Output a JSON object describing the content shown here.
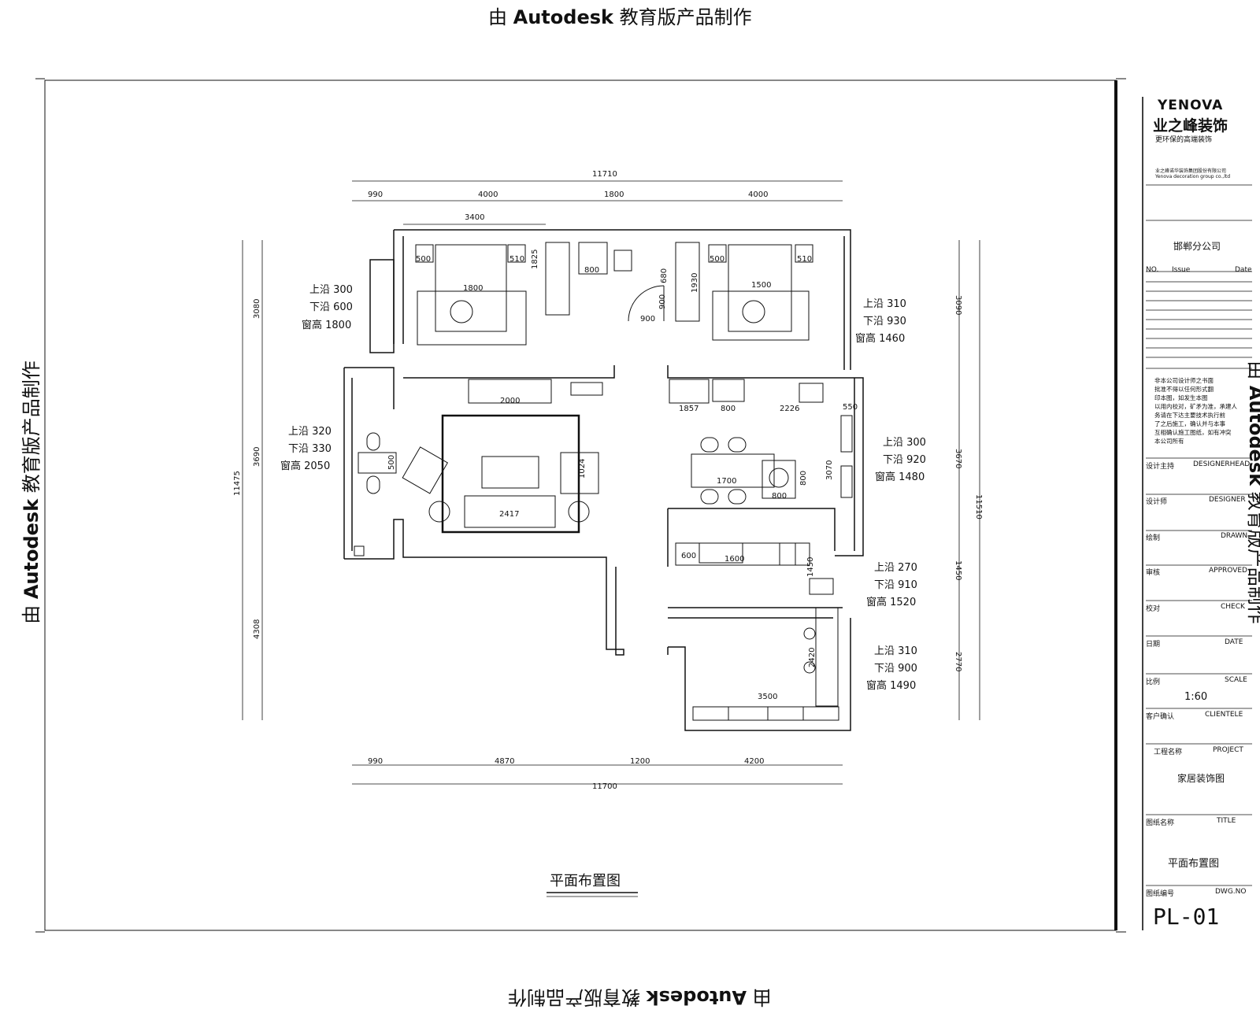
{
  "watermark": {
    "prefix": "由 ",
    "brand": "Autodesk",
    "suffix": " 教育版产品制作"
  },
  "drawing": {
    "title": "平面布置图",
    "dims_top": {
      "total": "11710",
      "segments": [
        "990",
        "4000",
        "1800",
        "4000"
      ],
      "sub": "3400"
    },
    "dims_bottom": {
      "total": "11700",
      "segments": [
        "990",
        "4870",
        "1200",
        "4200"
      ]
    },
    "dims_left": {
      "total": "11475",
      "segments": [
        "3080",
        "3690",
        "4308"
      ]
    },
    "dims_right": {
      "total": "11510",
      "segments": [
        "3090",
        "3670",
        "1450",
        "2770"
      ]
    },
    "interior_dims": {
      "bed1": "1800",
      "bed2": "1500",
      "wardrobe1": "1825",
      "wardrobe2": "1930",
      "bath_width": "800",
      "bath_door": "680",
      "door900a": "900",
      "door900b": "900",
      "nightstand_a": "500",
      "nightstand_b": "510",
      "nightstand_c": "500",
      "nightstand_d": "510",
      "tv_cabinet": "2000",
      "sofa": "2417",
      "armchair": "1024",
      "study_desk": "500",
      "kitchen_a": "1857",
      "kitchen_b": "800",
      "kitchen_c": "2226",
      "kitchen_d": "550",
      "dining_table": "1700",
      "dining_h": "800",
      "round_table": "800",
      "dining_depth": "3070",
      "cab_a": "600",
      "cab_b": "1600",
      "stair": "1450",
      "bar": "2420",
      "balcony": "3500"
    },
    "window_notes": [
      {
        "top": "上沿  300",
        "bottom": "下沿  600",
        "height": "窗高  1800"
      },
      {
        "top": "上沿  320",
        "bottom": "下沿  330",
        "height": "窗高  2050"
      },
      {
        "top": "上沿  310",
        "bottom": "下沿  930",
        "height": "窗高  1460"
      },
      {
        "top": "上沿  300",
        "bottom": "下沿  920",
        "height": "窗高  1480"
      },
      {
        "top": "上沿  270",
        "bottom": "下沿  910",
        "height": "窗高  1520"
      },
      {
        "top": "上沿  310",
        "bottom": "下沿  900",
        "height": "窗高  1490"
      }
    ]
  },
  "title_block": {
    "logo_en": "YENOVA",
    "logo_cn": "业之峰装饰",
    "slogan": "更环保的高端装饰",
    "company_small": "业之峰诺华装饰集团股份有限公司",
    "company_small2": "Yenova decoration group co.,ltd",
    "branch": "邯郸分公司",
    "issue_no": "NO.",
    "issue": "Issue",
    "issue_date": "Date",
    "notice": [
      "非本公司设计师之书面",
      "批准不得以任何形式翻",
      "印本图，如发生本图",
      "以用内校对，矿矛为准，承建人",
      "务请在下达主要技术执行前",
      "了之后施工，确认并与本事",
      "互相确认施工图纸，如有冲突",
      "本公司所有"
    ],
    "rows": [
      {
        "cn": "设计主持",
        "en": "DESIGNERHEAD"
      },
      {
        "cn": "设计师",
        "en": "DESIGNER"
      },
      {
        "cn": "绘制",
        "en": "DRAWN"
      },
      {
        "cn": "审核",
        "en": "APPROVED"
      },
      {
        "cn": "校对",
        "en": "CHECK"
      },
      {
        "cn": "日期",
        "en": "DATE"
      },
      {
        "cn": "比例",
        "en": "SCALE"
      },
      {
        "cn": "客户确认",
        "en": "CLIENTELE"
      }
    ],
    "scale_value": "1:60",
    "project_cn": "工程名称",
    "project_en": "PROJECT",
    "project_value": "家居装饰图",
    "title_cn": "图纸名称",
    "title_en": "TITLE",
    "title_value": "平面布置图",
    "dwg_cn": "图纸编号",
    "dwg_en": "DWG.NO",
    "dwg_value": "PL-01"
  }
}
